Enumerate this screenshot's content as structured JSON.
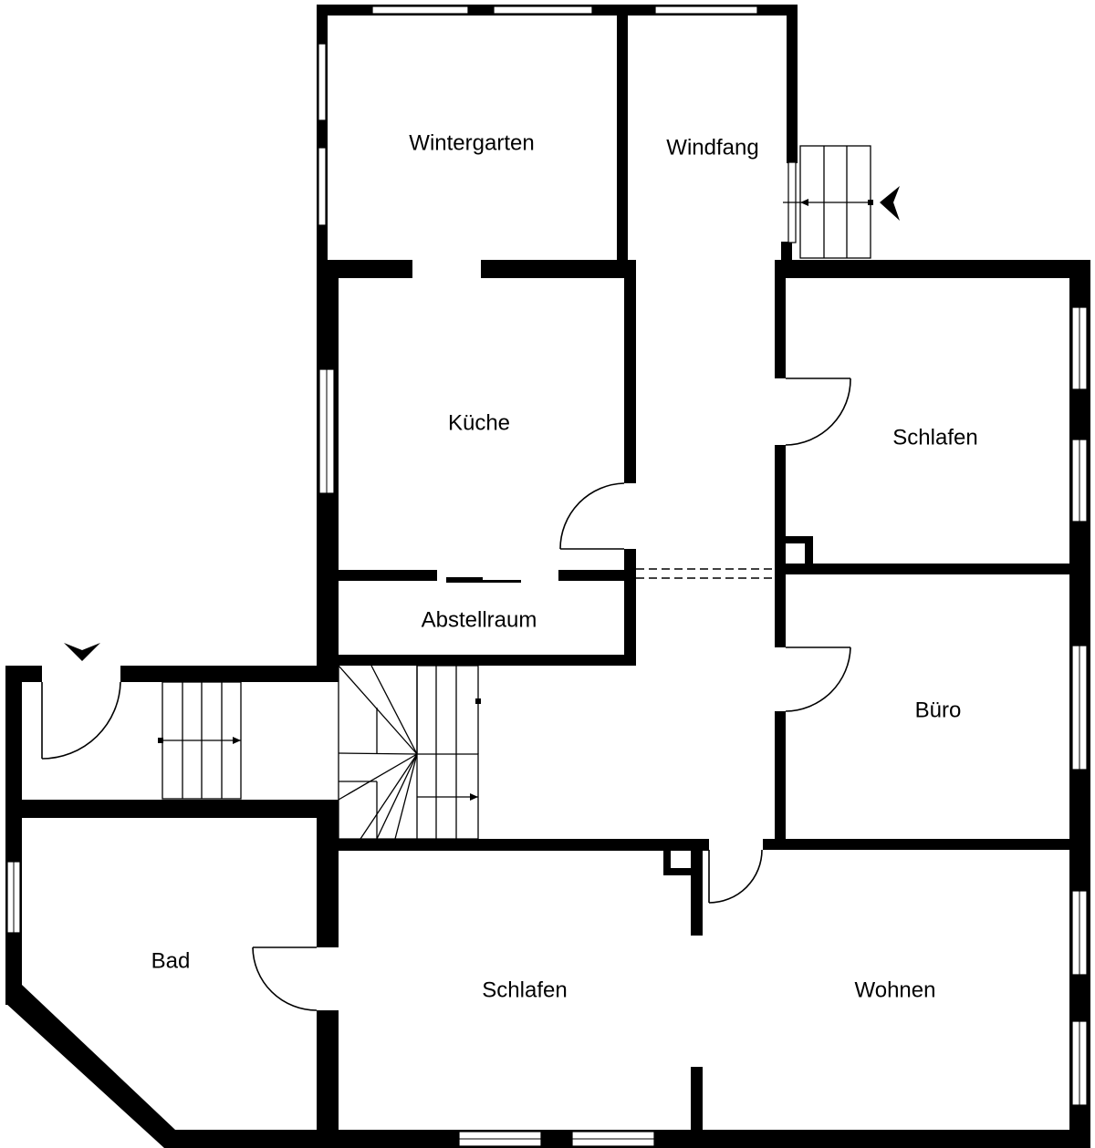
{
  "plan": {
    "colors": {
      "wall": "#000000",
      "background": "#ffffff"
    },
    "rooms": [
      {
        "id": "wintergarten",
        "label": "Wintergarten"
      },
      {
        "id": "windfang",
        "label": "Windfang"
      },
      {
        "id": "kueche",
        "label": "Küche"
      },
      {
        "id": "schlafen-1",
        "label": "Schlafen"
      },
      {
        "id": "abstellraum",
        "label": "Abstellraum"
      },
      {
        "id": "buero",
        "label": "Büro"
      },
      {
        "id": "bad",
        "label": "Bad"
      },
      {
        "id": "schlafen-2",
        "label": "Schlafen"
      },
      {
        "id": "wohnen",
        "label": "Wohnen"
      }
    ],
    "entrance_icons": [
      "entrance-arrow-icon",
      "entrance-arrow-icon"
    ]
  }
}
